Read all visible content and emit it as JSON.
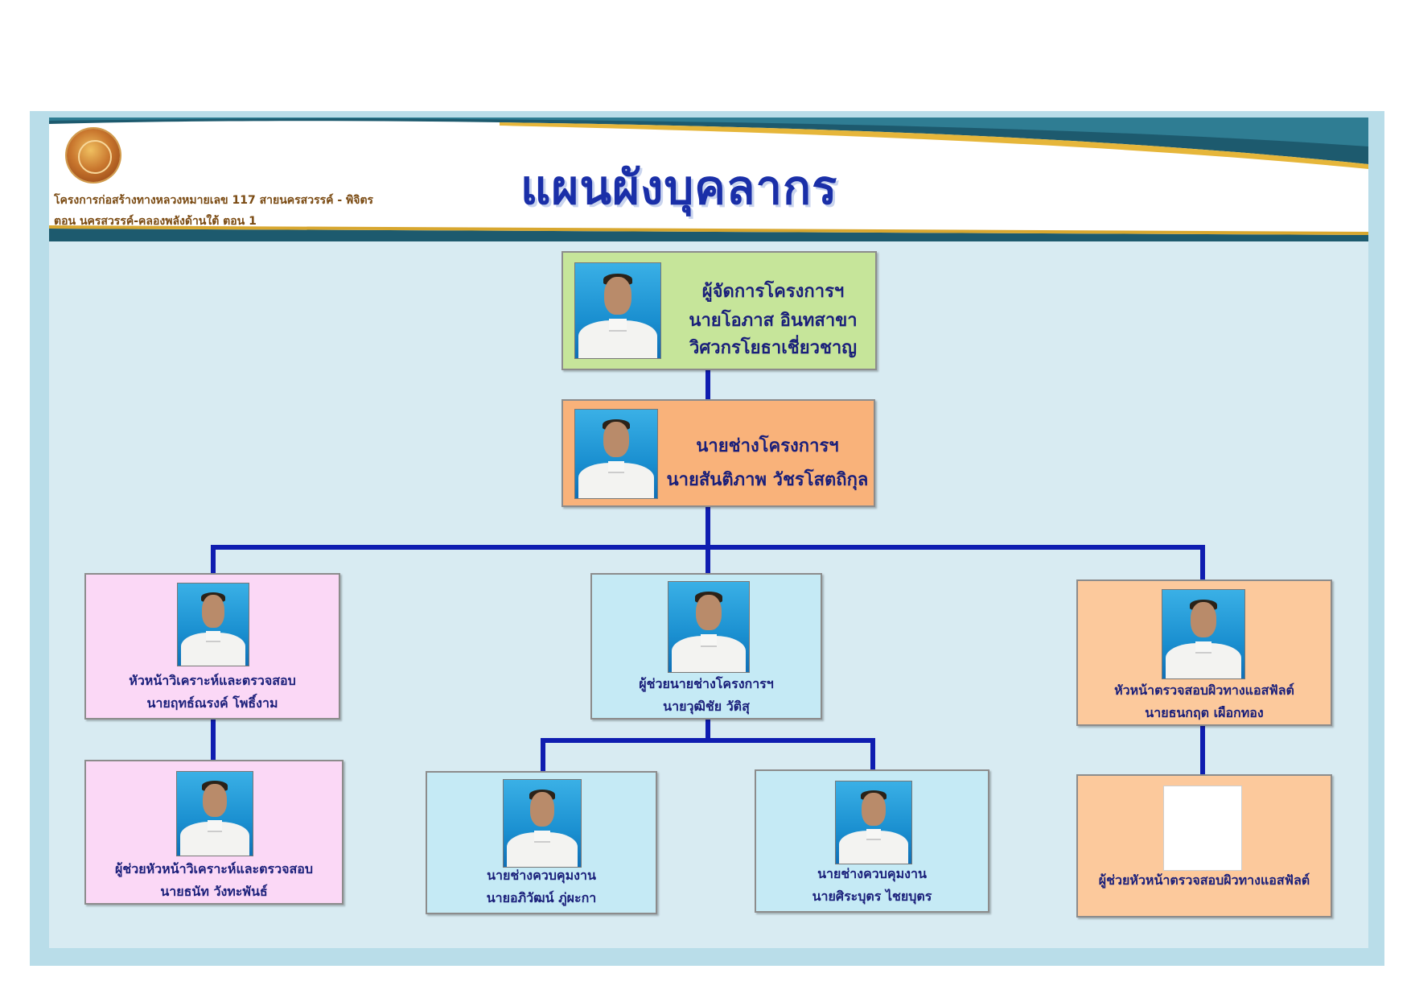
{
  "header": {
    "title": "แผนผังบุคลากร",
    "project_line1": "โครงการก่อสร้างทางหลวงหมายเลข 117 สายนครสวรรค์ - พิจิตร",
    "project_line2": "ตอน นครสวรรค์-คลองพลังด้านใต้ ตอน 1",
    "logo": "department-seal-logo"
  },
  "colors": {
    "line": "#0f1db0",
    "manager_box": "#c6e59a",
    "engineer_box": "#f9b27a",
    "pink_box": "#fbd8f6",
    "blue_box": "#c5eaf5",
    "orange_box": "#fcc99c"
  },
  "manager": {
    "role": "ผู้จัดการโครงการฯ",
    "name": "นายโอภาส  อินทสาขา",
    "title": "วิศวกรโยธาเชี่ยวชาญ"
  },
  "engineer": {
    "role": "นายช่างโครงการฯ",
    "name": "นายสันติภาพ วัชรโสตถิกุล"
  },
  "left_head": {
    "role": "หัวหน้าวิเคราะห์และตรวจสอบ",
    "name": "นายฤทธ์ณรงค์  โพธิ์งาม"
  },
  "left_assistant": {
    "role": "ผู้ช่วยหัวหน้าวิเคราะห์และตรวจสอบ",
    "name": "นายธนัท  วังทะพันธ์"
  },
  "center_head": {
    "role": "ผู้ช่วยนายช่างโครงการฯ",
    "name": "นายวุฒิชัย  วัติสุ"
  },
  "supervisor_1": {
    "role": "นายช่างควบคุมงาน",
    "name": "นายอภิวัฒน์ ภู่ผะกา"
  },
  "supervisor_2": {
    "role": "นายช่างควบคุมงาน",
    "name": "นายศิระบุตร  ไชยบุตร"
  },
  "right_head": {
    "role": "หัวหน้าตรวจสอบผิวทางแอสฟัลต์",
    "name": "นายธนกฤต  เผือกทอง"
  },
  "right_assistant": {
    "role": "ผู้ช่วยหัวหน้าตรวจสอบผิวทางแอสฟัลต์"
  }
}
